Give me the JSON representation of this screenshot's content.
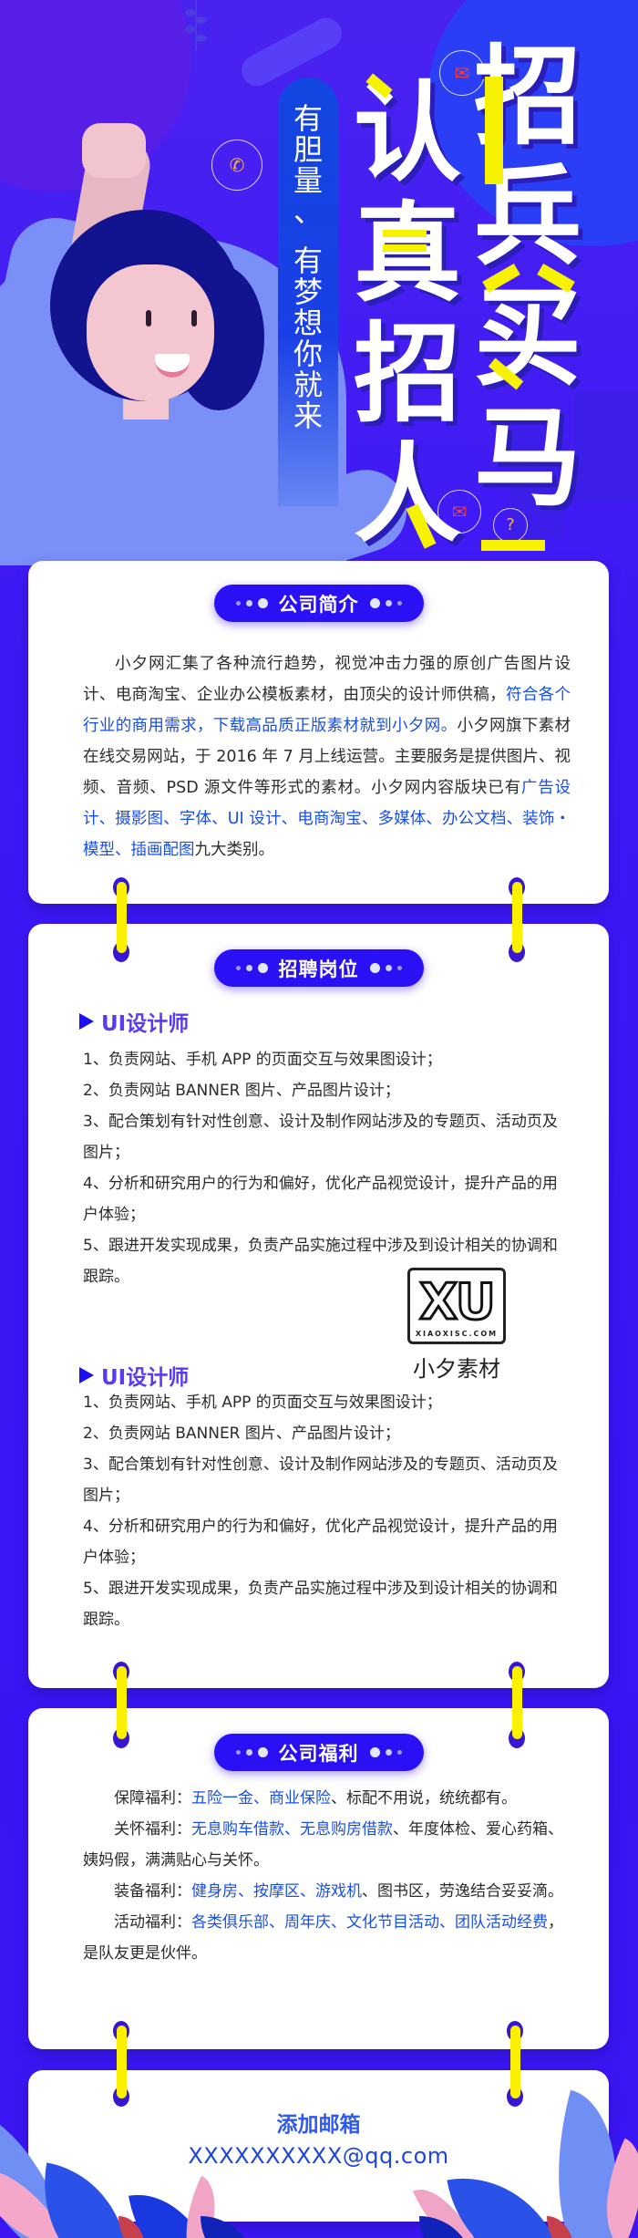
{
  "colors": {
    "background": "#3b14f4",
    "pill": "#2a10f4",
    "highlight_yellow": "#f6f200",
    "link_blue": "#1a4fe6",
    "job_title": "#5a3cf0",
    "triangle": "#1a10f0",
    "mail_title": "#2e5bef"
  },
  "hero": {
    "slogan_part1": [
      "有",
      "胆",
      "量",
      "、"
    ],
    "slogan_part2": [
      "有",
      "梦",
      "想",
      "你",
      "就",
      "来"
    ],
    "title_left": [
      "认",
      "真",
      "招",
      "人"
    ],
    "title_right": [
      "招",
      "兵",
      "买",
      "马"
    ],
    "icons": [
      "envelope-icon",
      "phone-icon",
      "envelope-icon",
      "question-icon"
    ]
  },
  "intro": {
    "heading": "公司简介",
    "segments": [
      {
        "text": "小夕网汇集了各种流行趋势，视觉冲击力强的原创广告图片设计、电商淘宝、企业办公模板素材，由顶尖的设计师供稿，",
        "link": false
      },
      {
        "text": "符合各个行业的商用需求，下载高品质正版素材就到小夕网。",
        "link": true
      },
      {
        "text": "小夕网旗下素材在线交易网站，于 2016 年 7 月上线运营。主要服务是提供图片、视频、音频、PSD 源文件等形式的素材。小夕网内容版块已有",
        "link": false
      },
      {
        "text": "广告设计、摄影图、字体、UI 设计、电商淘宝、多媒体、办公文档、装饰・模型、插画配图",
        "link": true
      },
      {
        "text": "九大类别。",
        "link": false
      }
    ]
  },
  "jobs": {
    "heading": "招聘岗位",
    "positions": [
      {
        "title": "UI设计师",
        "duties": [
          "1、负责网站、手机 APP 的页面交互与效果图设计；",
          "2、负责网站 BANNER 图片、产品图片设计；",
          "3、配合策划有针对性创意、设计及制作网站涉及的专题页、活动页及图片；",
          "4、分析和研究用户的行为和偏好，优化产品视觉设计，提升产品的用户体验；",
          "5、跟进开发实现成果，负责产品实施过程中涉及到设计相关的协调和跟踪。"
        ]
      },
      {
        "title": "UI设计师",
        "duties": [
          "1、负责网站、手机 APP 的页面交互与效果图设计；",
          "2、负责网站 BANNER 图片、产品图片设计；",
          "3、配合策划有针对性创意、设计及制作网站涉及的专题页、活动页及图片；",
          "4、分析和研究用户的行为和偏好，优化产品视觉设计，提升产品的用户体验；",
          "5、跟进开发实现成果，负责产品实施过程中涉及到设计相关的协调和跟踪。"
        ]
      }
    ],
    "logo": {
      "mark": "XU",
      "url": "XIAOXISC.COM",
      "name": "小夕素材"
    }
  },
  "welfare": {
    "heading": "公司福利",
    "rows": [
      {
        "label": "保障福利：",
        "links": "五险一金、商业保险",
        "rest": "、标配不用说，统统都有。"
      },
      {
        "label": "关怀福利：",
        "links": "无息购车借款、无息购房借款",
        "rest": "、年度体检、爱心药箱、姨妈假，满满贴心与关怀。"
      },
      {
        "label": "装备福利：",
        "links": "健身房、按摩区、游戏机",
        "rest": "、图书区，劳逸结合妥妥滴。"
      },
      {
        "label": "活动福利：",
        "links": "各类俱乐部、周年庆、文化节目活动、团队活动经费",
        "rest": "，是队友更是伙伴。"
      }
    ]
  },
  "contact": {
    "title": "添加邮箱",
    "email": "XXXXXXXXXX@qq.com"
  }
}
